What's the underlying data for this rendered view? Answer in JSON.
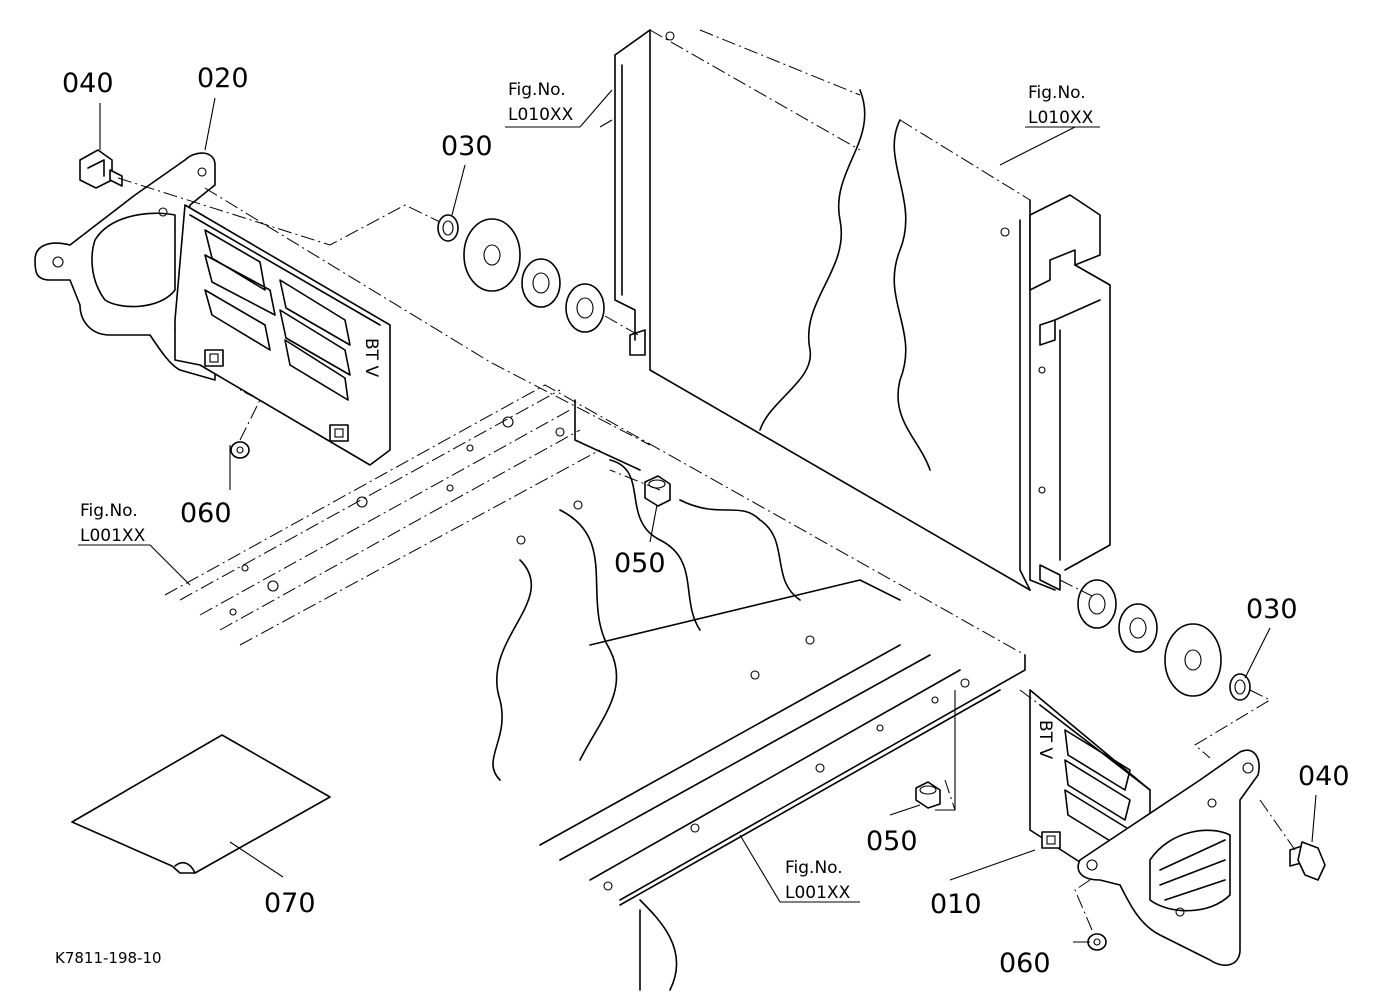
{
  "callouts": {
    "p010": "010",
    "p020": "020",
    "p030_left": "030",
    "p030_right": "030",
    "p040_left": "040",
    "p040_right": "040",
    "p050_top": "050",
    "p050_bottom": "050",
    "p060_left": "060",
    "p060_right": "060",
    "p070": "070"
  },
  "references": {
    "fig_label": "Fig.No.",
    "radiator_top_left": "L010XX",
    "radiator_top_right": "L010XX",
    "frame_left": "L001XX",
    "frame_bottom": "L001XX"
  },
  "bracket_marking": "BT V",
  "drawing_code": "K7811-198-10"
}
